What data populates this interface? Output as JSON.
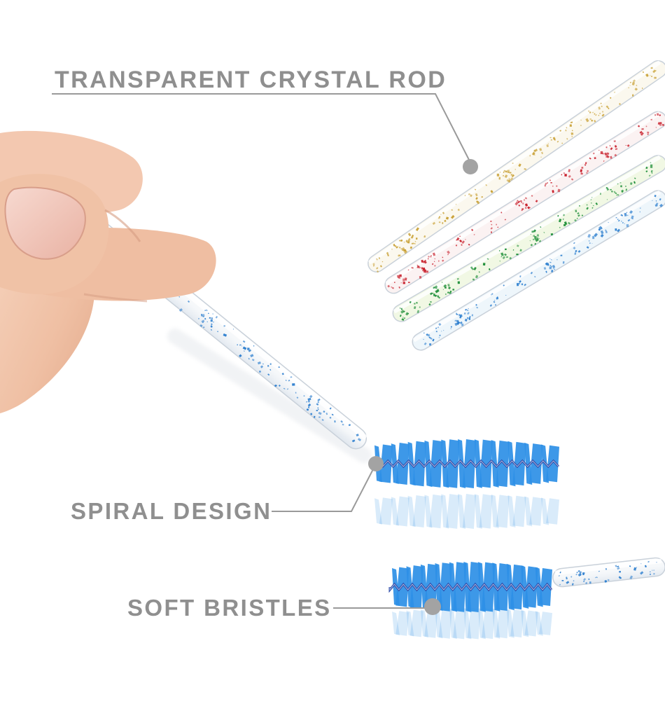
{
  "callouts": [
    {
      "id": "rod",
      "label": "TRANSPARENT CRYSTAL ROD"
    },
    {
      "id": "spiral",
      "label": "SPIRAL DESIGN"
    },
    {
      "id": "soft",
      "label": "SOFT BRISTLES"
    }
  ],
  "colors": {
    "label_text": "#8f8f8f",
    "leader_line": "#9a9a9a",
    "leader_dot": "#a3a3a3",
    "bristle_blue": "#2d8fe6",
    "spiral_wire": "#2b49a8",
    "glitter_gold": "#c9a136",
    "glitter_red": "#c8202c",
    "glitter_green": "#1f8f3a",
    "glitter_blue": "#2e7fcf",
    "skin": "#f2c2a8"
  }
}
